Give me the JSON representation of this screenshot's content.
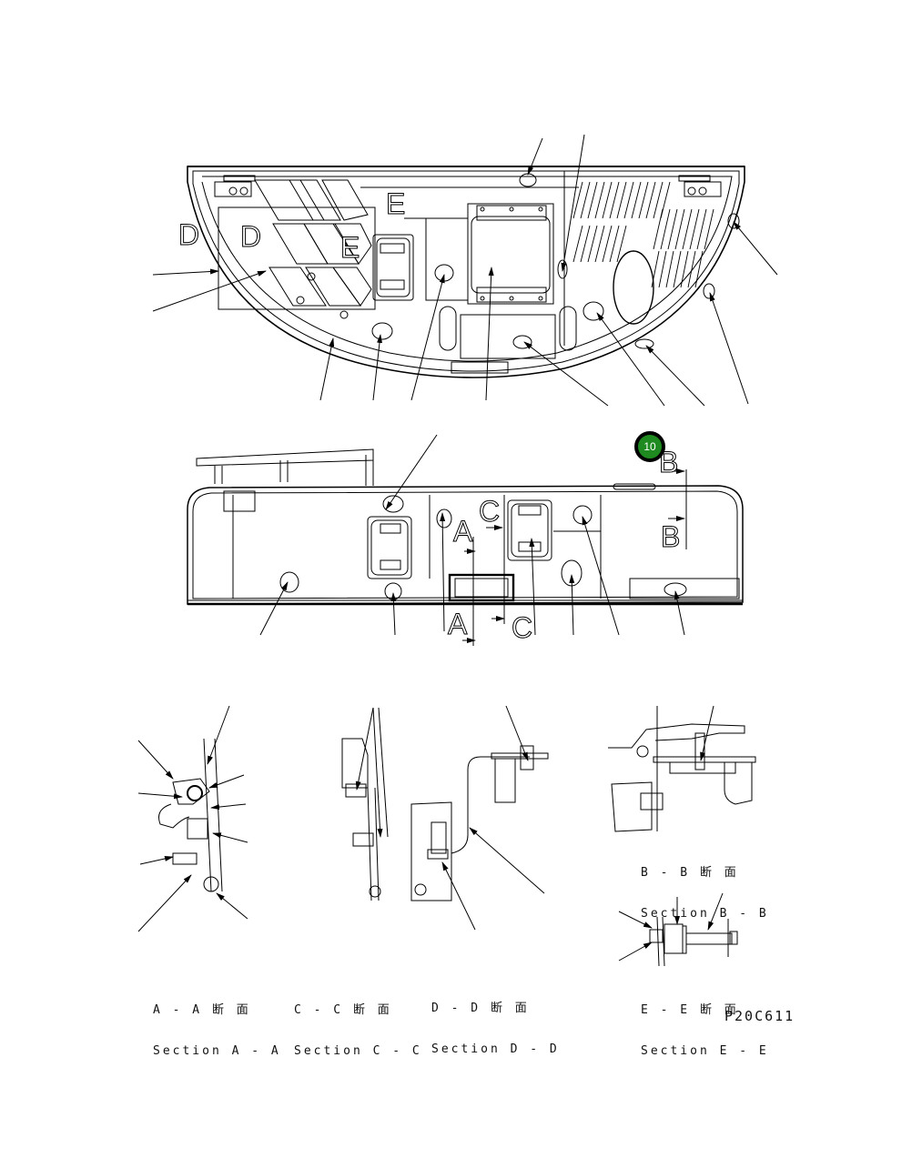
{
  "drawing": {
    "document_id": "P20C611",
    "callout": {
      "number": "10",
      "color": "#1f8a1f"
    },
    "top_view": {
      "section_markers": [
        "D",
        "D",
        "E",
        "E"
      ]
    },
    "front_view": {
      "section_markers": [
        "A",
        "A",
        "C",
        "C",
        "B",
        "B"
      ]
    },
    "sections": [
      {
        "id": "A-A",
        "title_jp": "A - A 断 面",
        "title_en": "Section A - A"
      },
      {
        "id": "C-C",
        "title_jp": "C - C 断 面",
        "title_en": "Section C - C"
      },
      {
        "id": "D-D",
        "title_jp": "D - D 断 面",
        "title_en": "Section D - D"
      },
      {
        "id": "B-B",
        "title_jp": "B - B 断 面",
        "title_en": "Section B - B"
      },
      {
        "id": "E-E",
        "title_jp": "E - E 断 面",
        "title_en": "Section E - E"
      }
    ]
  }
}
